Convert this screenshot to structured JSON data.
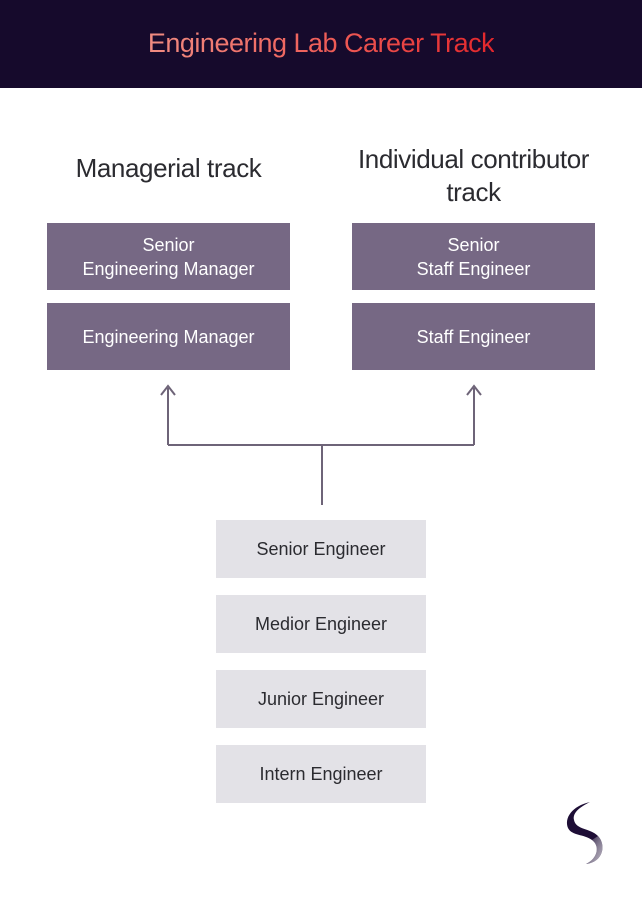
{
  "header": {
    "title": "Engineering Lab Career Track"
  },
  "tracks": {
    "managerial": {
      "heading": "Managerial track",
      "roles": [
        {
          "lines": [
            "Senior",
            "Engineering Manager"
          ]
        },
        {
          "lines": [
            "Engineering Manager"
          ]
        }
      ]
    },
    "individual_contributor": {
      "heading_lines": [
        "Individual contributor",
        "track"
      ],
      "roles": [
        {
          "lines": [
            "Senior",
            "Staff Engineer"
          ]
        },
        {
          "lines": [
            "Staff Engineer"
          ]
        }
      ]
    }
  },
  "shared_levels": [
    "Senior Engineer",
    "Medior Engineer",
    "Junior Engineer",
    "Intern Engineer"
  ],
  "colors": {
    "header_bg": "#160a2c",
    "title_gradient_start": "#f08c82",
    "title_gradient_end": "#e3262b",
    "track_box": "#766884",
    "level_box": "#e3e2e7",
    "connector": "#6e6478",
    "logo": "#1e0e36"
  },
  "icons": {
    "logo": "s-logo-icon",
    "arrows": "arrow-up-icon"
  }
}
